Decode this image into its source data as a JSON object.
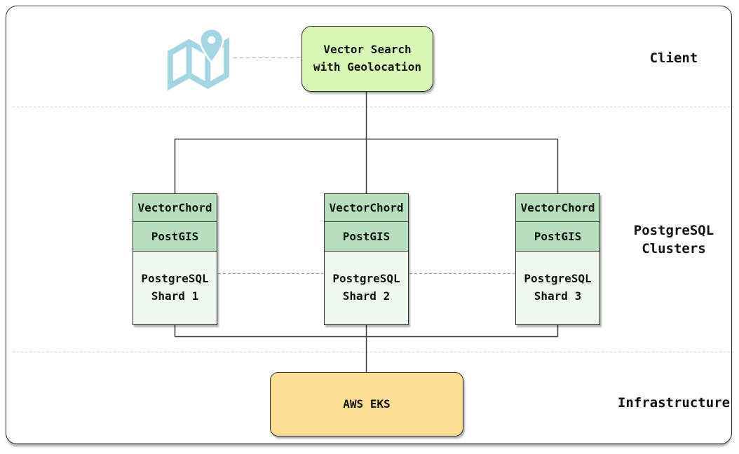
{
  "bands": [
    {
      "label": "Client"
    },
    {
      "label": "PostgreSQL\nClusters"
    },
    {
      "label": "Infrastructure"
    }
  ],
  "client": {
    "label": "Vector Search\nwith Geolocation",
    "icon": "map-with-location-pin"
  },
  "shards": [
    {
      "layers": [
        "VectorChord",
        "PostGIS"
      ],
      "name": "PostgreSQL\nShard 1"
    },
    {
      "layers": [
        "VectorChord",
        "PostGIS"
      ],
      "name": "PostgreSQL\nShard 2"
    },
    {
      "layers": [
        "VectorChord",
        "PostGIS"
      ],
      "name": "PostgreSQL\nShard 3"
    }
  ],
  "infrastructure": {
    "label": "AWS EKS"
  },
  "colors": {
    "client_fill": "#d9f8b6",
    "shard_header_fill": "#b7dfbd",
    "shard_body_fill": "#eff8ef",
    "infra_fill": "#fcdf94",
    "icon_blue": "#a3d5e3",
    "border": "#2d2d2d",
    "wire": "#3c3c3c",
    "dashed_link": "#9a9a9a",
    "band_divider": "#d8d8d8",
    "text": "#111111"
  }
}
